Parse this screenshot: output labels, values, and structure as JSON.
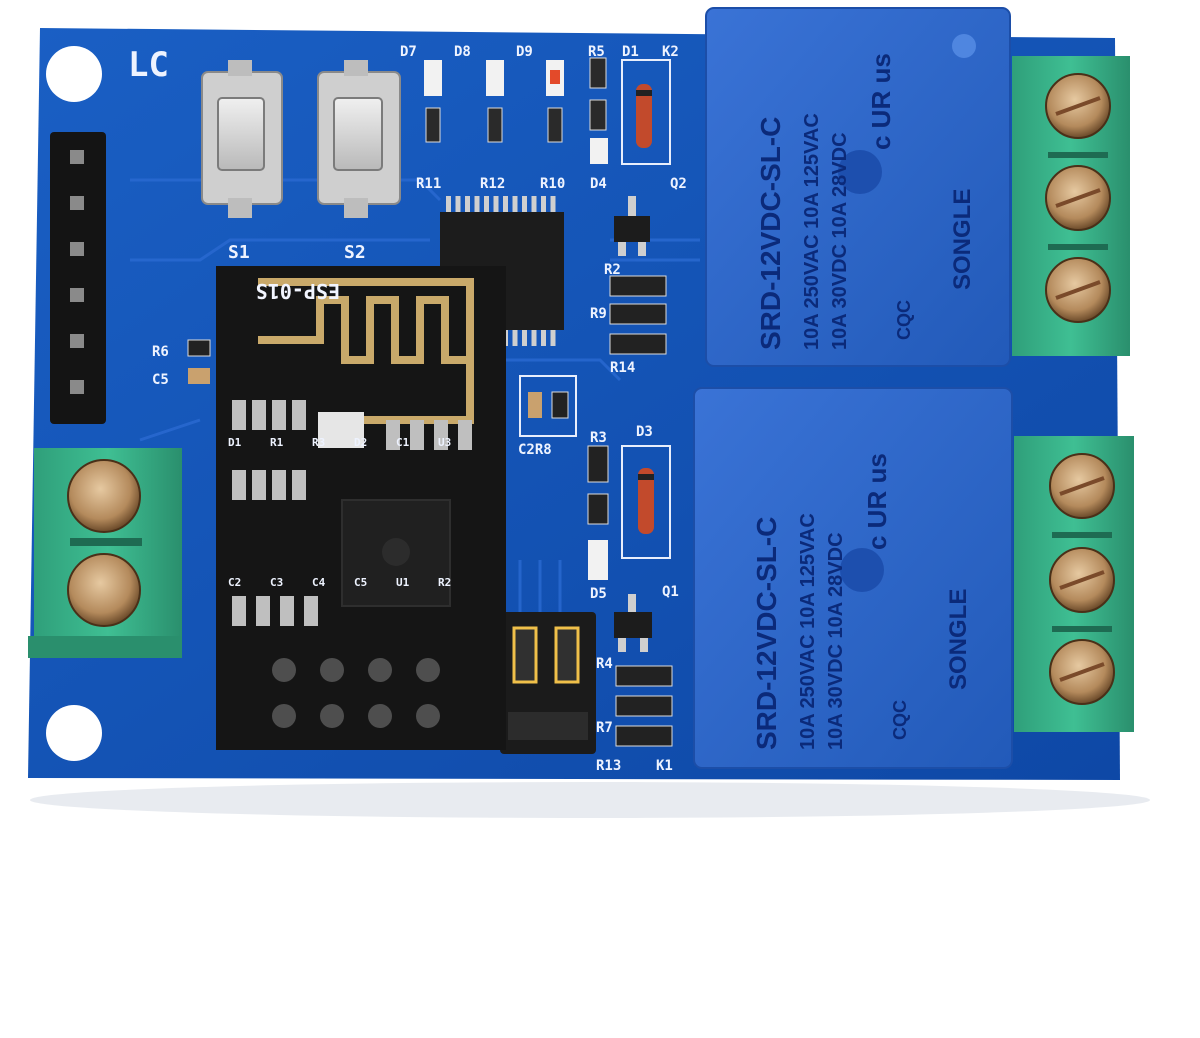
{
  "board": {
    "colors": {
      "pcb": "#1455b8",
      "pcb_dark": "#0c3f93",
      "terminal": "#35b38a",
      "relay": "#2b62c8",
      "module": "#161616",
      "antenna": "#c9a96a",
      "led_red": "#e34a2a"
    },
    "silkscreen": {
      "logo": "LC",
      "switch1": "S1",
      "switch2": "S2",
      "top_labels": [
        "D7",
        "D8",
        "D9",
        "R5",
        "D1",
        "K2"
      ],
      "bottom_labels": [
        "R11",
        "R12",
        "R10",
        "D4",
        "Q2"
      ],
      "r2": "R2",
      "r9": "R9",
      "r14": "R14",
      "r6": "R6",
      "c5": "C5",
      "c2r8": "C2R8",
      "d3": "D3",
      "r3": "R3",
      "d5": "D5",
      "q1": "Q1",
      "r4": "R4",
      "r13": "R13",
      "k1": "K1",
      "r7": "R7"
    },
    "esp_module": {
      "label": "ESP-01S",
      "pins": [
        "D1",
        "R1",
        "R3",
        "D2",
        "C1",
        "U3",
        "C2",
        "C3",
        "C4",
        "C5",
        "U1",
        "R2"
      ]
    },
    "relay_top": {
      "model": "SRD-12VDC-SL-C",
      "ratings": [
        "10A 250VAC 10A 125VAC",
        "10A 30VDC 10A 28VDC"
      ],
      "brand": "SONGLE",
      "cert": "c UR us",
      "cqc": "CQC"
    },
    "relay_bottom": {
      "model": "SRD-12VDC-SL-C",
      "ratings": [
        "10A 250VAC 10A 125VAC",
        "10A 30VDC 10A 28VDC"
      ],
      "brand": "SONGLE",
      "cert": "c UR us",
      "cqc": "CQC"
    }
  }
}
